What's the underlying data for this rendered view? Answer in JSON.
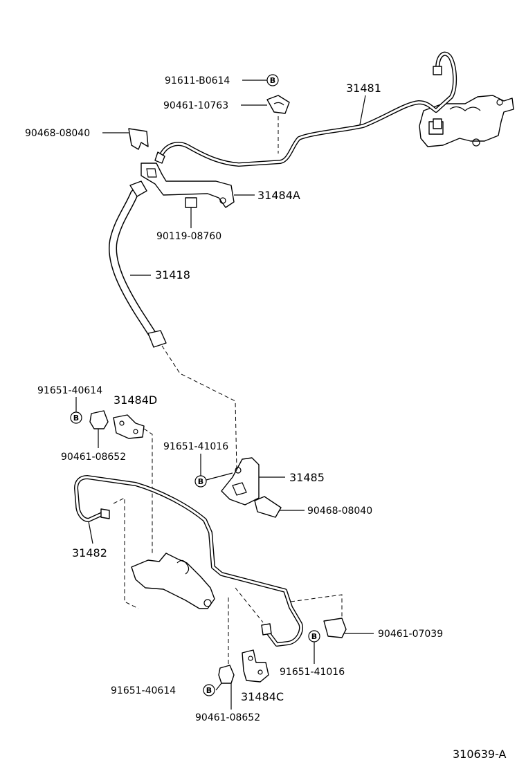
{
  "labels": {
    "p91611_b0614": "91611-B0614",
    "p90461_10763": "90461-10763",
    "p90468_08040_top": "90468-08040",
    "p31481": "31481",
    "p31484a": "31484A",
    "p90119_08760": "90119-08760",
    "p31418": "31418",
    "p91651_40614_top": "91651-40614",
    "p31484d": "31484D",
    "p90461_08652_top": "90461-08652",
    "p91651_41016_mid": "91651-41016",
    "p31485": "31485",
    "p90468_08040_mid": "90468-08040",
    "p31482": "31482",
    "p90461_07039": "90461-07039",
    "p91651_41016_bot": "91651-41016",
    "p91651_40614_bot": "91651-40614",
    "p31484c": "31484C",
    "p90461_08652_bot": "90461-08652",
    "diagram_id": "310639-A"
  },
  "b_marker": "B"
}
